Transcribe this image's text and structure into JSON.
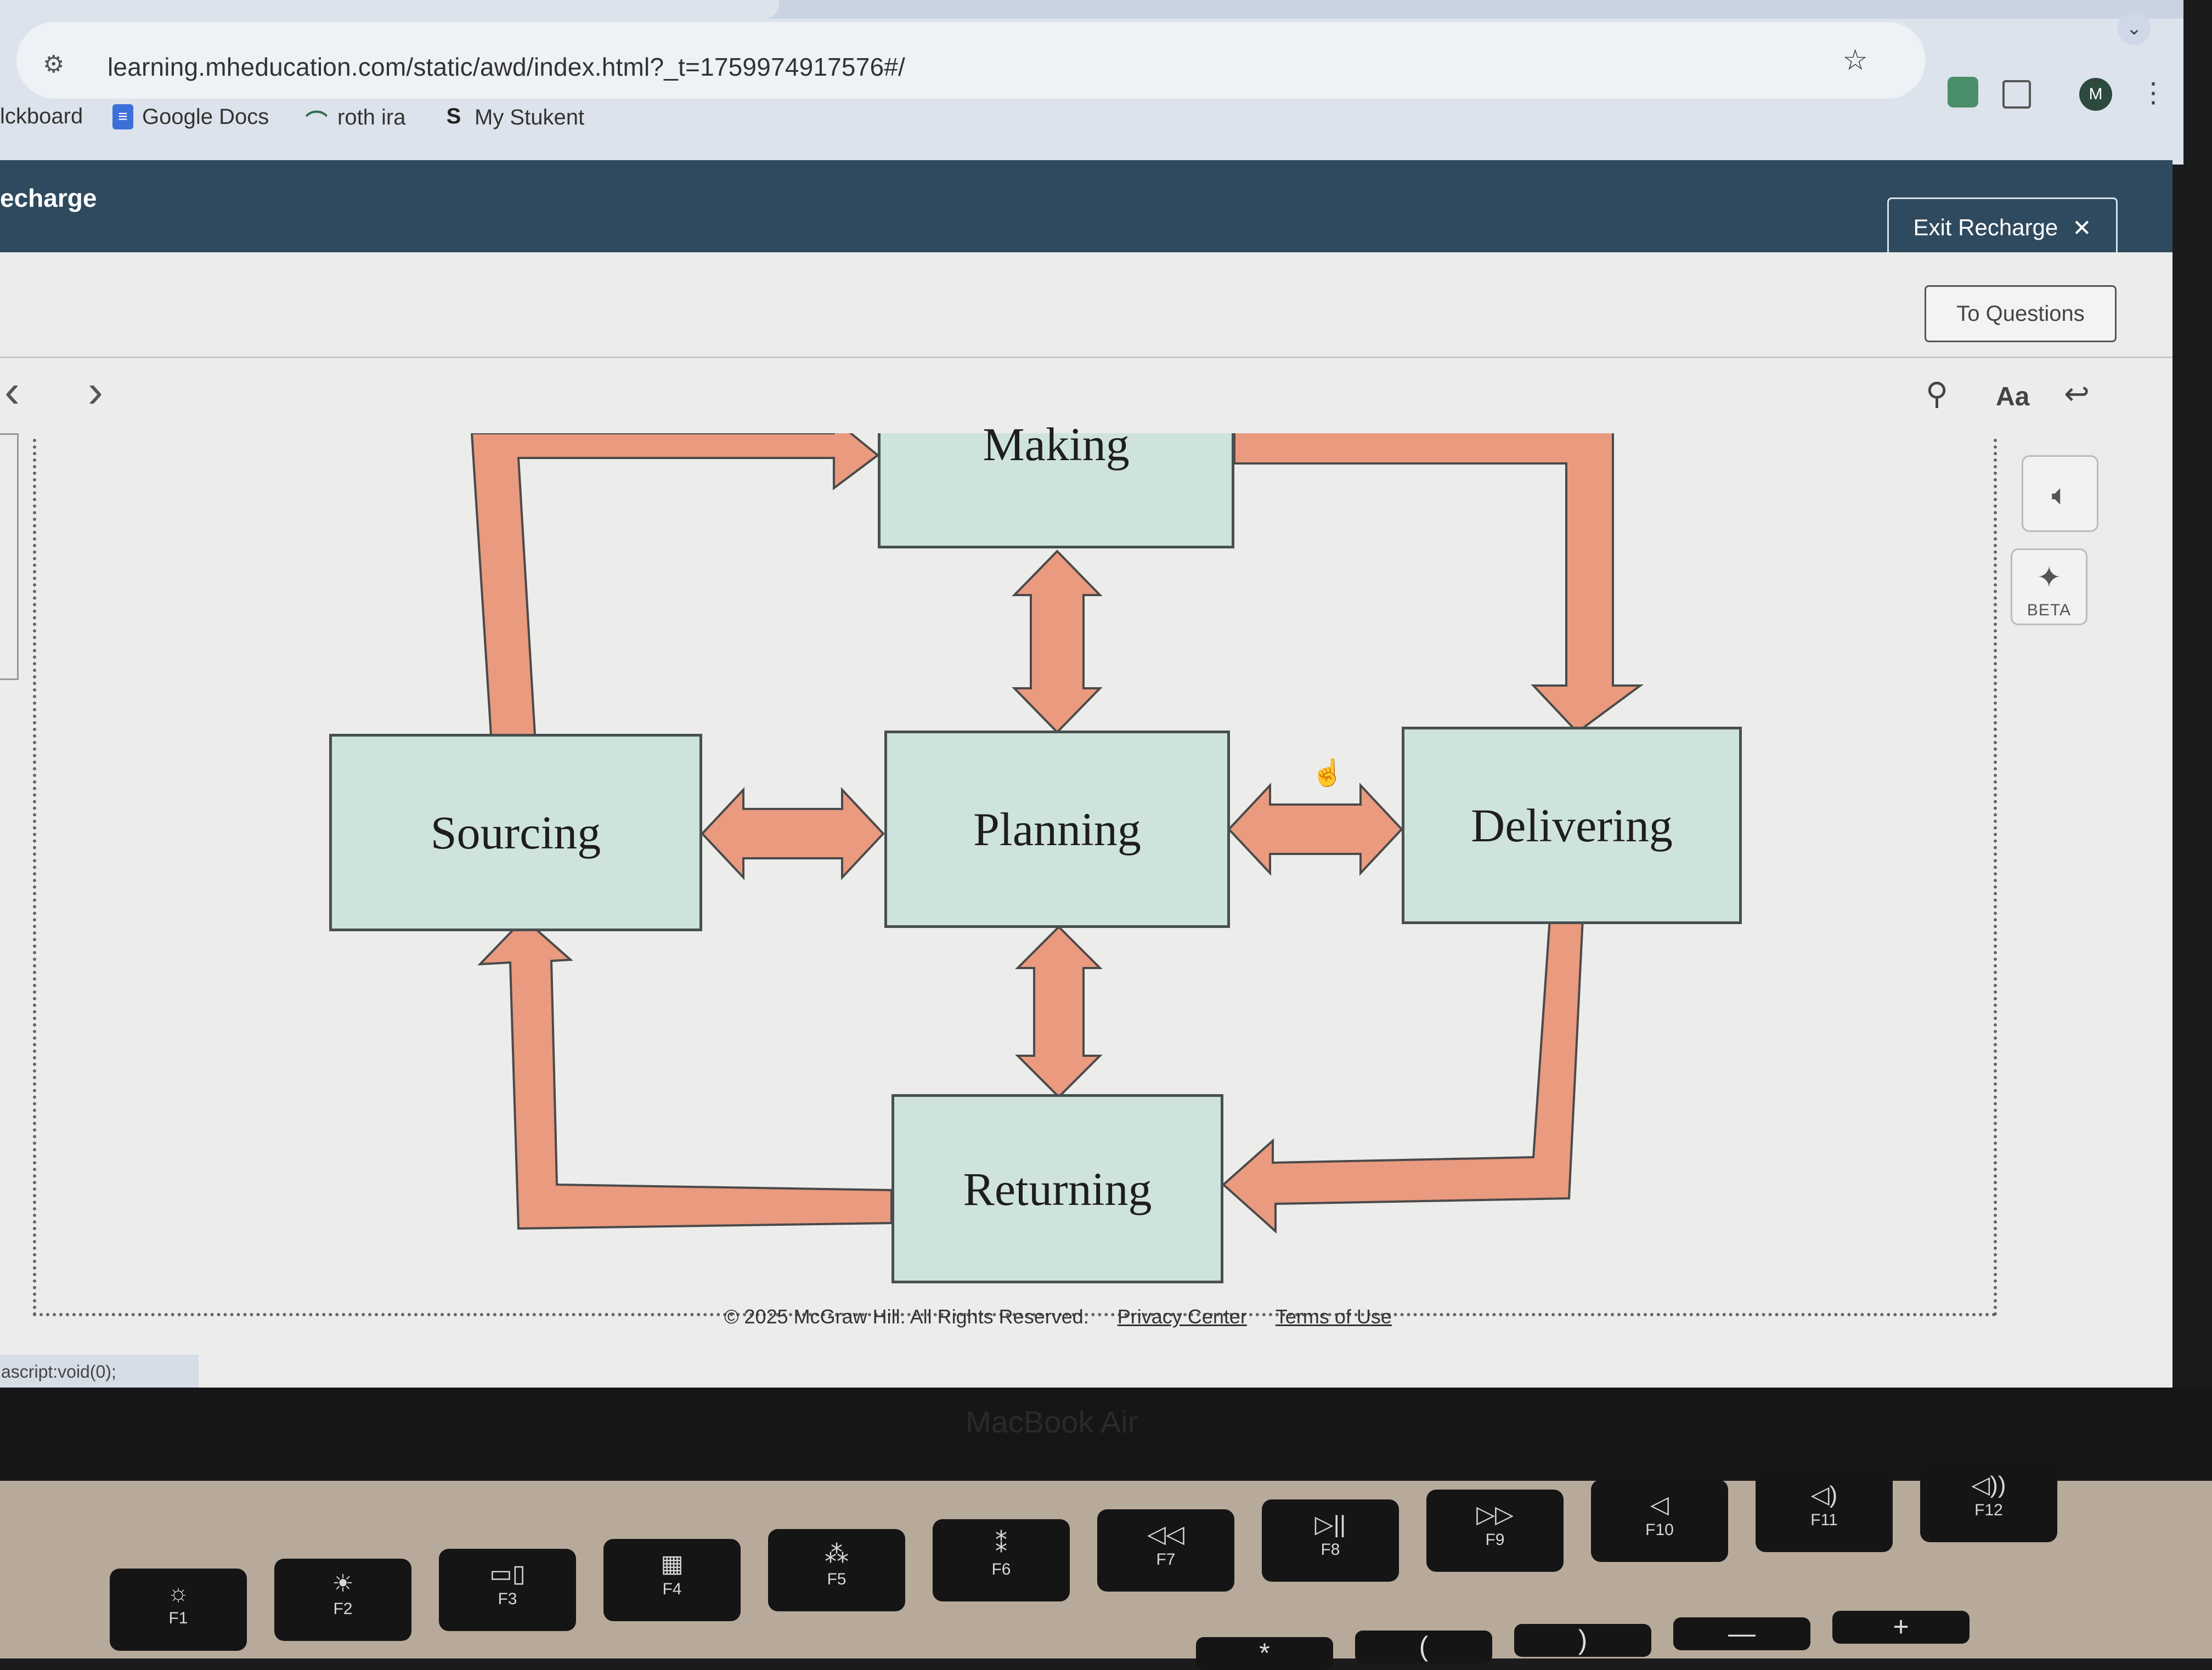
{
  "browser": {
    "url": "learning.mheducation.com/static/awd/index.html?_t=1759974917576#/",
    "bookmarks": [
      {
        "label": "lckboard"
      },
      {
        "label": "Google Docs"
      },
      {
        "label": "roth ira"
      },
      {
        "label": "My Stukent"
      }
    ],
    "avatar_letter": "M"
  },
  "app": {
    "title": "echarge",
    "exit_label": "Exit Recharge",
    "exit_icon": "close-icon",
    "to_questions_label": "To Questions",
    "font_tool_label": "Aa",
    "beta_label": "BETA"
  },
  "diagram": {
    "nodes": {
      "making": "Making",
      "sourcing": "Sourcing",
      "planning": "Planning",
      "delivering": "Delivering",
      "returning": "Returning"
    },
    "arrow_color": "#ea9a7f",
    "box_color": "#cfe3dd"
  },
  "footer": {
    "copyright": "© 2025 McGraw Hill. All Rights Reserved.",
    "privacy": "Privacy Center",
    "terms": "Terms of Use"
  },
  "status_bar": "ascript:void(0);",
  "laptop": {
    "model": "MacBook Air",
    "function_keys": [
      {
        "label": "F1",
        "icon": "brightness-down-icon",
        "glyph": "☼"
      },
      {
        "label": "F2",
        "icon": "brightness-up-icon",
        "glyph": "☀"
      },
      {
        "label": "F3",
        "icon": "mission-control-icon",
        "glyph": "▭▯"
      },
      {
        "label": "F4",
        "icon": "launchpad-icon",
        "glyph": "▦"
      },
      {
        "label": "F5",
        "icon": "keyboard-light-down-icon",
        "glyph": "⁂"
      },
      {
        "label": "F6",
        "icon": "keyboard-light-up-icon",
        "glyph": "⁑"
      },
      {
        "label": "F7",
        "icon": "rewind-icon",
        "glyph": "◁◁"
      },
      {
        "label": "F8",
        "icon": "play-pause-icon",
        "glyph": "▷||"
      },
      {
        "label": "F9",
        "icon": "fast-forward-icon",
        "glyph": "▷▷"
      },
      {
        "label": "F10",
        "icon": "mute-icon",
        "glyph": "◁"
      },
      {
        "label": "F11",
        "icon": "volume-down-icon",
        "glyph": "◁)"
      },
      {
        "label": "F12",
        "icon": "volume-up-icon",
        "glyph": "◁))"
      }
    ],
    "number_keys": [
      "*",
      "(",
      ")",
      "—",
      "+"
    ]
  }
}
